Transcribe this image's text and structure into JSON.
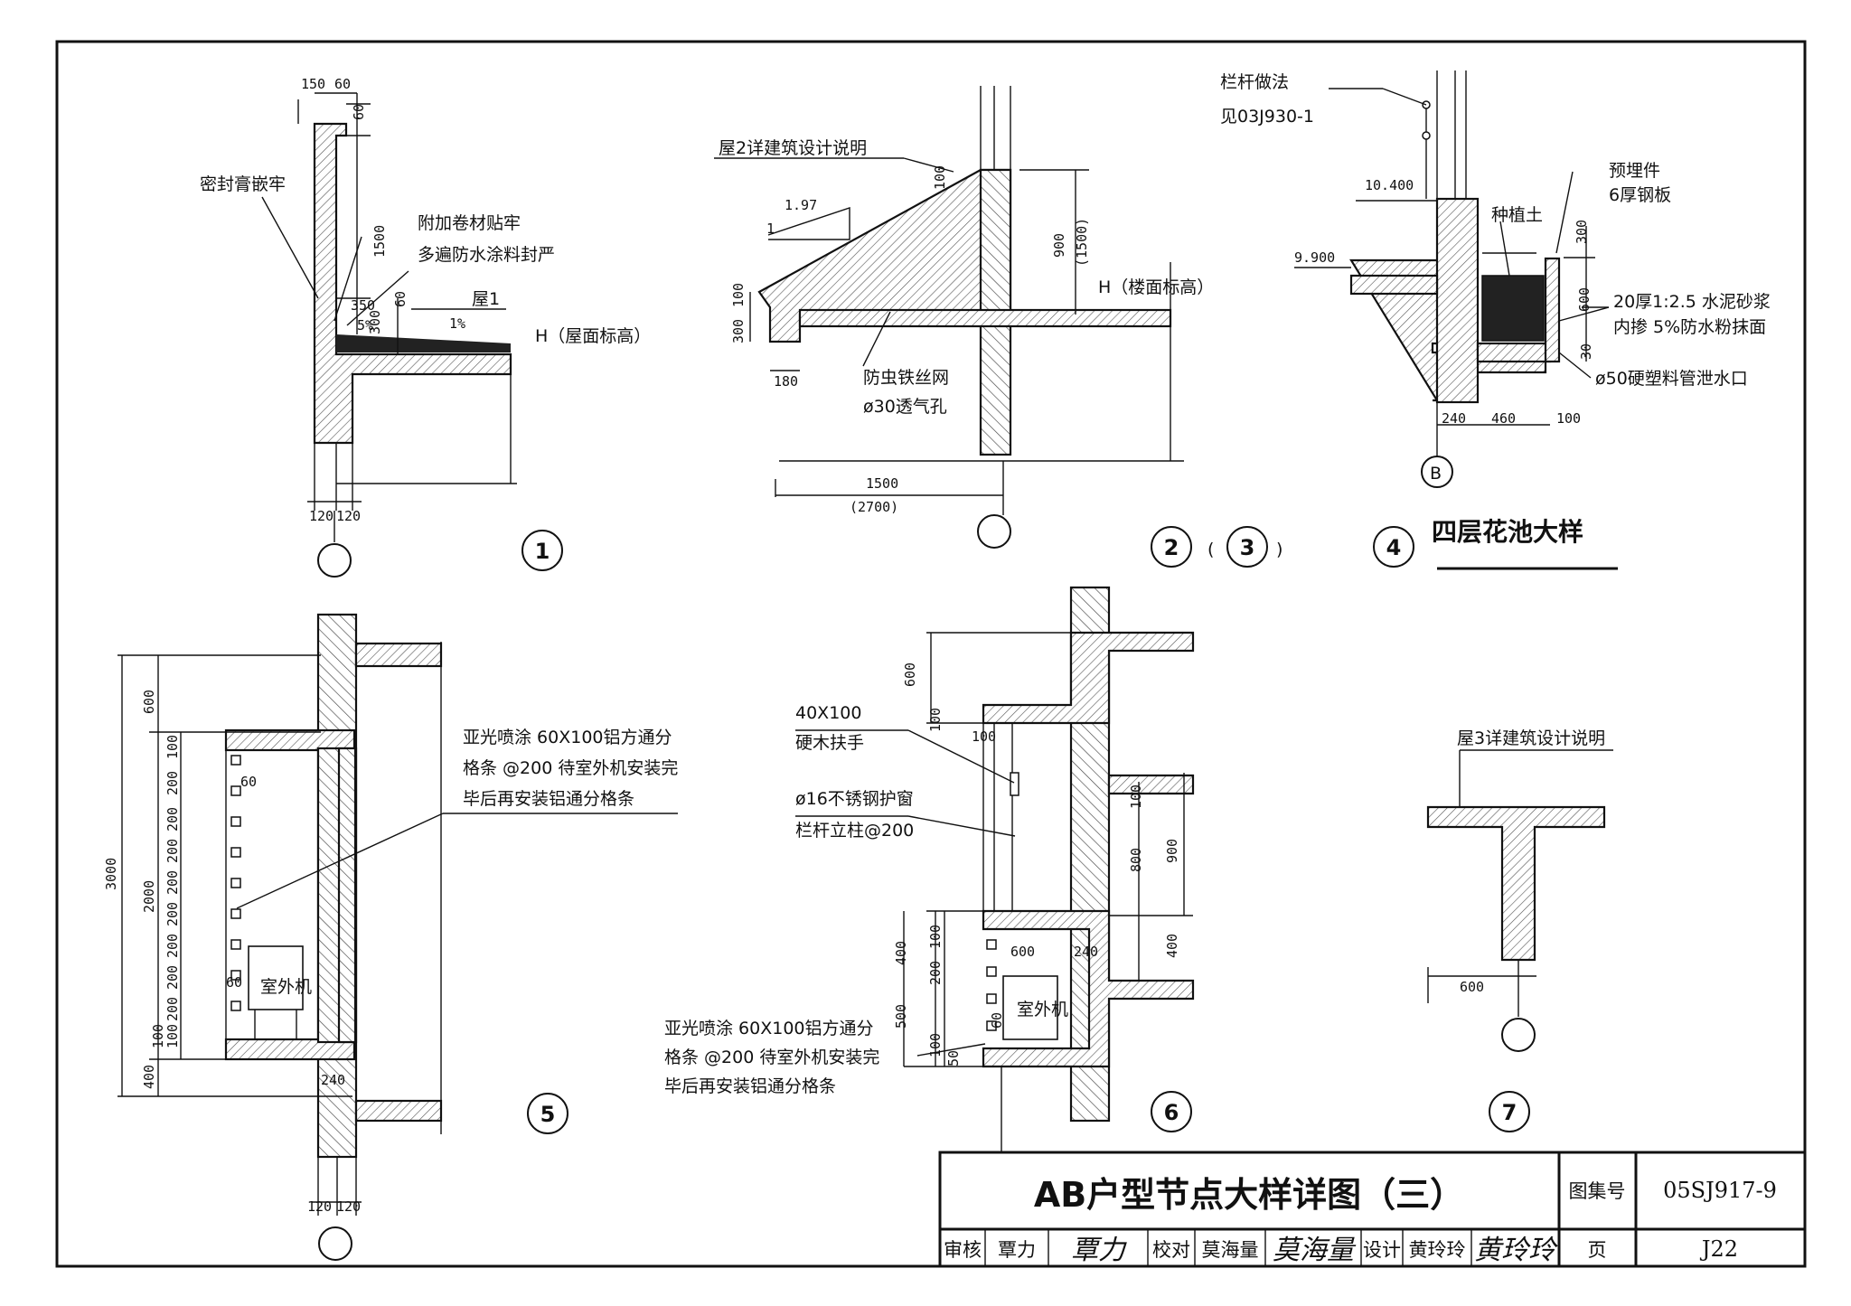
{
  "frame": {
    "border_color": "#111111"
  },
  "detail1": {
    "number": "1",
    "labels": {
      "sealant": "密封膏嵌牢",
      "membrane": "附加卷材贴牢",
      "coating": "多遍防水涂料封严",
      "roof": "屋1",
      "elev": "H（屋面标高）"
    },
    "dims": {
      "d150": "150",
      "d60a": "60",
      "d60b": "60",
      "d1500": "1500",
      "d350": "350",
      "d300": "300",
      "d60c": "60",
      "slope5": "5%",
      "slope1": "1%",
      "d120a": "120",
      "d120b": "120"
    }
  },
  "detail2": {
    "number": "2",
    "alt_number": "3",
    "labels": {
      "roof_note": "屋2详建筑设计说明",
      "mesh": "防虫铁丝网",
      "vent": "ø30透气孔",
      "elev": "H（楼面标高）"
    },
    "dims": {
      "slope_v": "1",
      "slope_h": "1.97",
      "d100": "100",
      "d900": "900",
      "d1500p": "(1500)",
      "d300": "300",
      "d100b": "100",
      "d180": "180",
      "d1500": "1500",
      "d2700": "(2700)"
    }
  },
  "detail4": {
    "number": "4",
    "title": "四层花池大样",
    "labels": {
      "railing": "栏杆做法",
      "railing_ref": "见03J930-1",
      "embed": "预埋件",
      "plate": "6厚钢板",
      "soil": "种植土",
      "mortar": "20厚1:2.5 水泥砂浆",
      "mortar2": "内掺 5%防水粉抹面",
      "drain": "ø50硬塑料管泄水口",
      "axis": "B"
    },
    "dims": {
      "el1": "10.400",
      "el2": "9.900",
      "d300": "300",
      "d600": "600",
      "d30": "30",
      "d240": "240",
      "d460": "460",
      "d100": "100"
    }
  },
  "detail5": {
    "number": "5",
    "labels": {
      "note1": "亚光喷涂 60X100铝方通分",
      "note2": "格条 @200 待室外机安装完",
      "note3": "毕后再安装铝通分格条",
      "unit": "室外机"
    },
    "dims": {
      "d3000": "3000",
      "d600": "600",
      "d2000": "2000",
      "d400": "400",
      "d100a": "100",
      "d60a": "60",
      "d60b": "60",
      "d240": "240",
      "d120a": "120",
      "d120b": "120",
      "d200": "200",
      "d100b": "100",
      "d100c": "100",
      "d200s": [
        "200",
        "200",
        "200",
        "200",
        "200",
        "200",
        "200",
        "200"
      ]
    }
  },
  "detail6": {
    "number": "6",
    "labels": {
      "handrail_size": "40X100",
      "handrail": "硬木扶手",
      "bar": "ø16不锈钢护窗",
      "bar2": "栏杆立柱@200",
      "note1": "亚光喷涂 60X100铝方通分",
      "note2": "格条 @200 待室外机安装完",
      "note3": "毕后再安装铝通分格条",
      "unit": "室外机"
    },
    "dims": {
      "d600a": "600",
      "d100a": "100",
      "d100b": "100",
      "d100c": "100",
      "d800": "800",
      "d900": "900",
      "d400": "400",
      "d400b": "400",
      "d500": "500",
      "d600b": "600",
      "d240": "240",
      "d60": "60",
      "d50": "50",
      "d100s": "100",
      "d200s": "200",
      "d100z": "100"
    }
  },
  "detail7": {
    "number": "7",
    "labels": {
      "roof_note": "屋3详建筑设计说明"
    },
    "dims": {
      "d600": "600"
    }
  },
  "title_block": {
    "title": "AB户型节点大样详图（三）",
    "atlas_label": "图集号",
    "atlas_code": "05SJ917-9",
    "review_label": "审核",
    "reviewer": "覃力",
    "reviewer_sig": "覃力",
    "check_label": "校对",
    "checker": "莫海量",
    "checker_sig": "莫海量",
    "design_label": "设计",
    "designer": "黄玲玲",
    "designer_sig": "黄玲玲",
    "page_label": "页",
    "page_code": "J22"
  }
}
